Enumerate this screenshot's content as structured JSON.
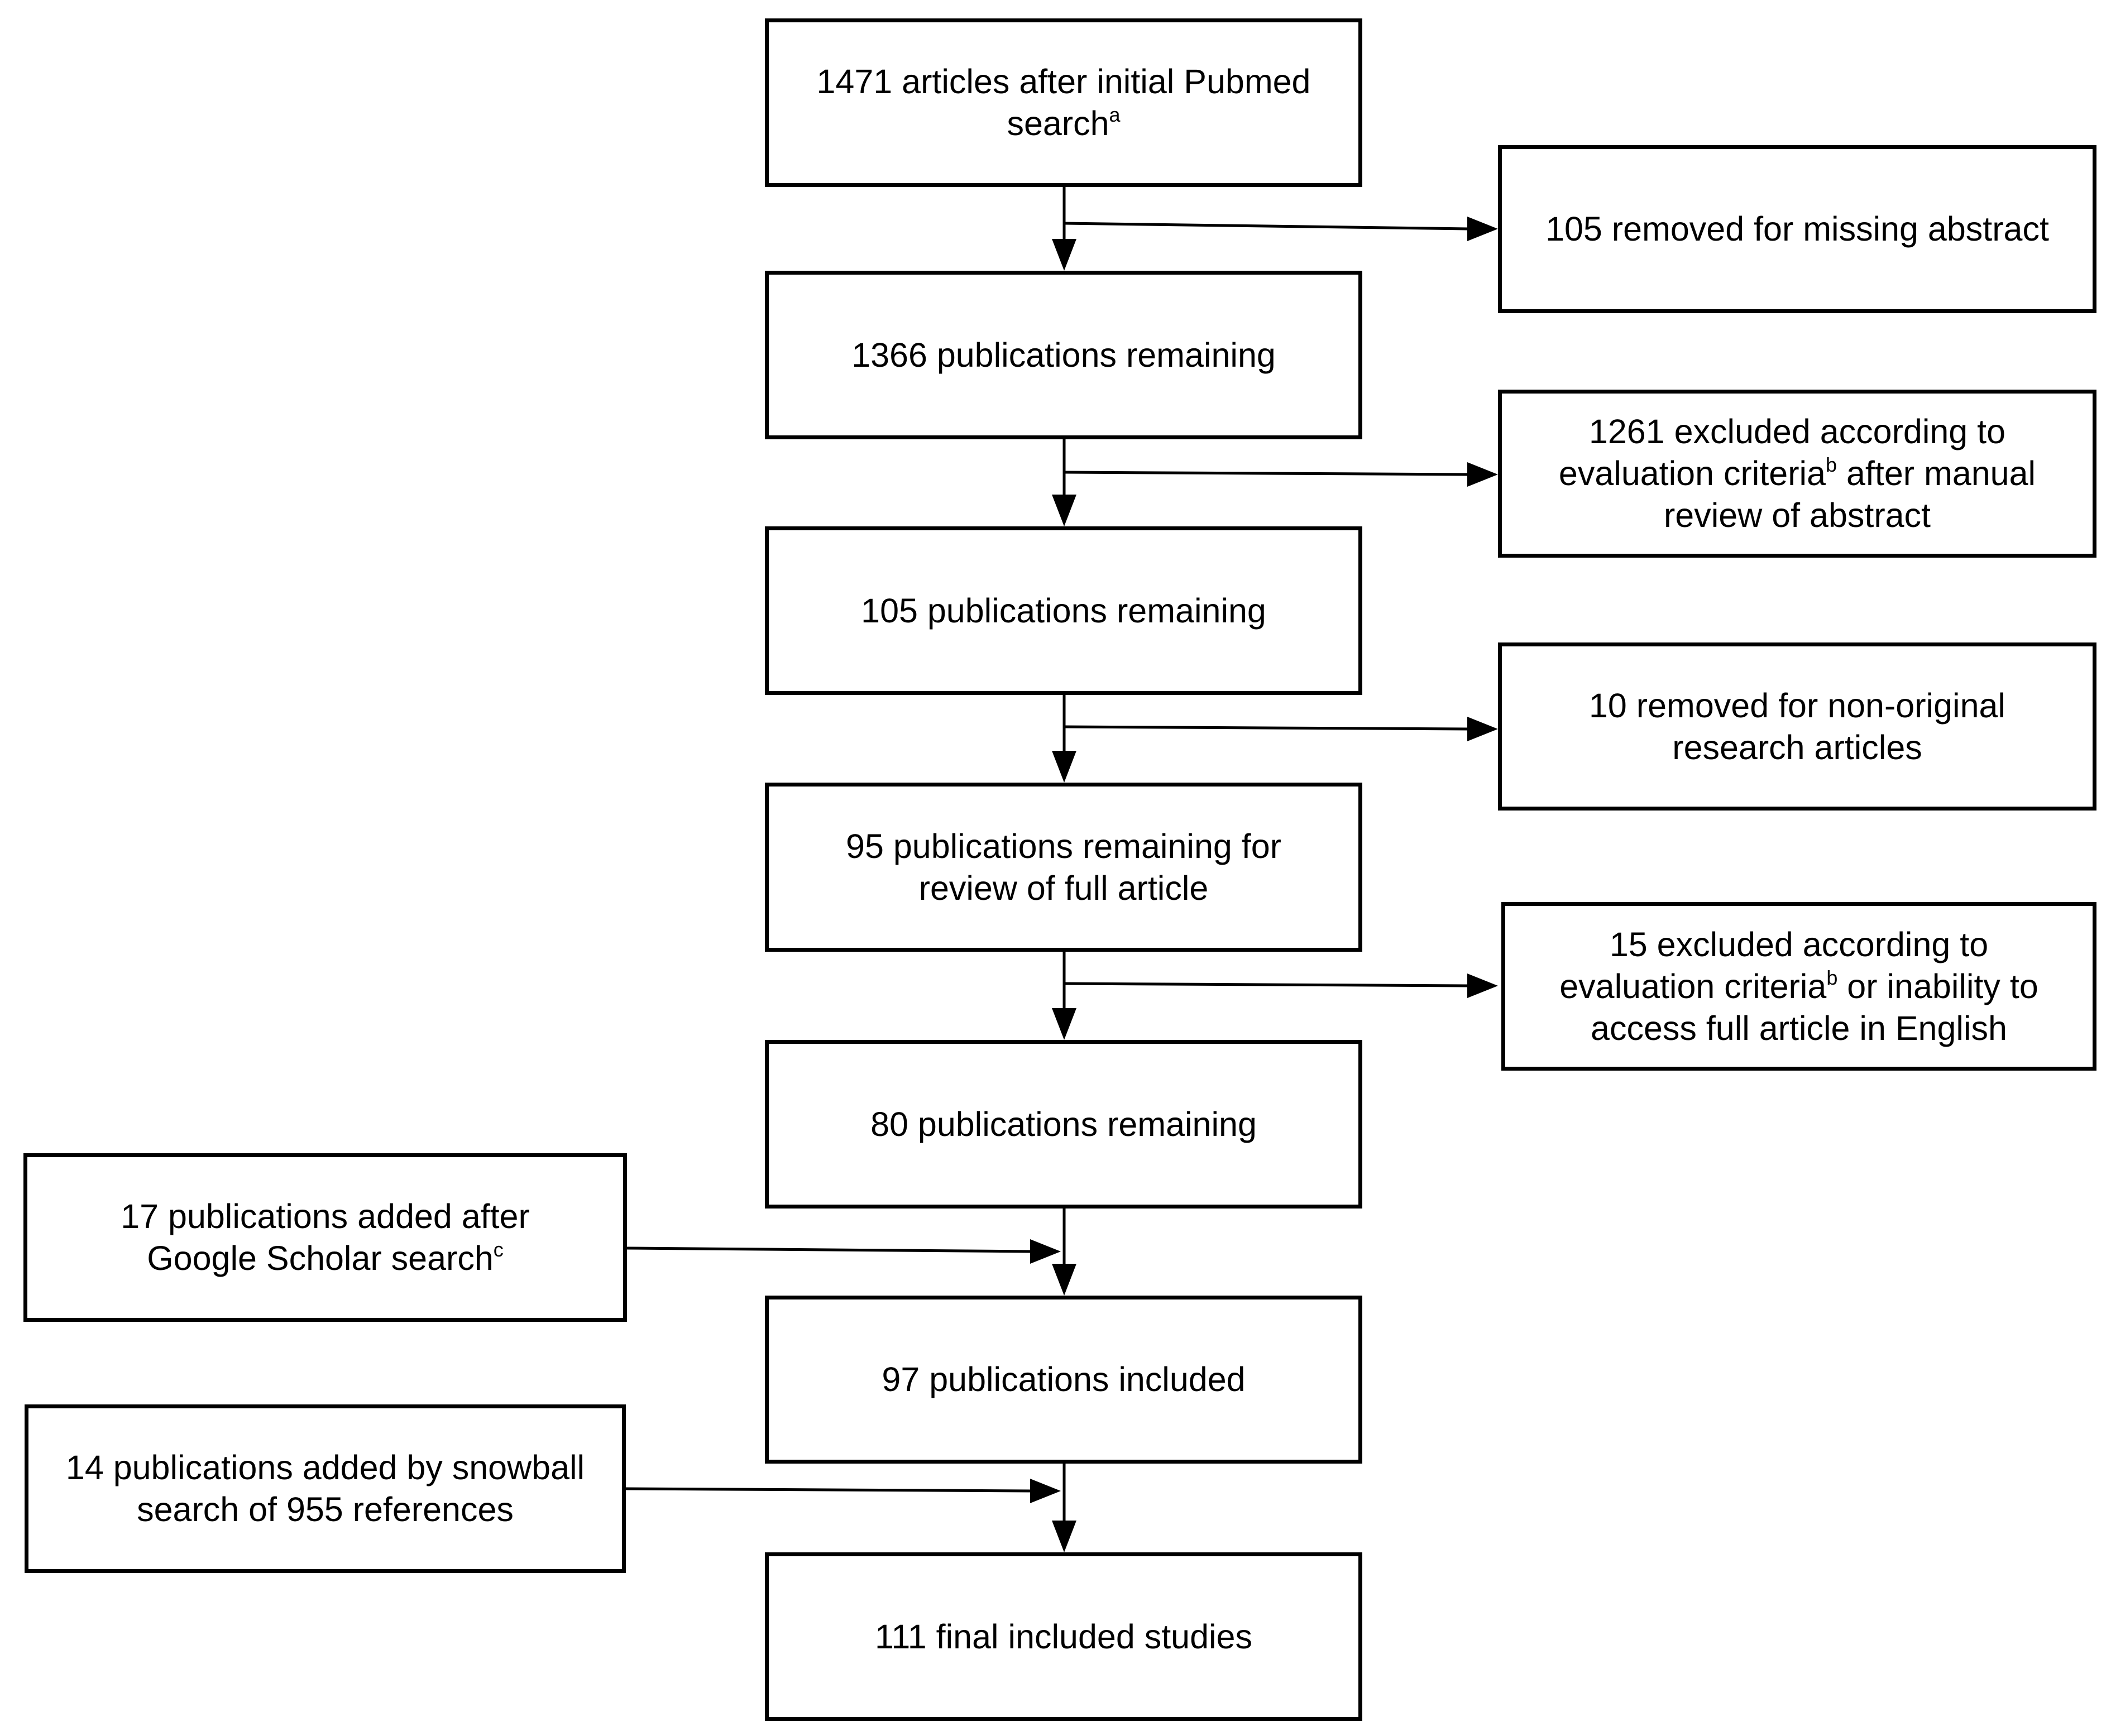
{
  "main_flow": {
    "initial_search": {
      "text": "1471 articles after initial Pubmed search",
      "superscript": "a"
    },
    "after_missing_abstract": {
      "text": "1366 publications remaining"
    },
    "after_abstract_review": {
      "text": "105 publications remaining"
    },
    "after_non_original": {
      "text": "95 publications remaining for review of full article"
    },
    "after_full_review": {
      "text": "80 publications remaining"
    },
    "after_scholar": {
      "text": "97 publications included"
    },
    "final": {
      "text": "111 final included studies"
    }
  },
  "exclusions": {
    "missing_abstract": {
      "text": "105 removed for missing abstract"
    },
    "abstract_review": {
      "text_before": "1261 excluded according to evaluation criteria",
      "superscript": "b",
      "text_after": " after manual review of abstract"
    },
    "non_original": {
      "text": "10 removed for non-original research articles"
    },
    "full_review": {
      "text_before": "15 excluded according to evaluation criteria",
      "superscript": "b",
      "text_after": " or inability to access full article in English"
    }
  },
  "additions": {
    "google_scholar": {
      "text": "17 publications added after Google Scholar search",
      "superscript": "c"
    },
    "snowball": {
      "text": "14 publications added by snowball search of 955 references"
    }
  },
  "colors": {
    "line": "#000000",
    "box_border": "#000000",
    "background": "#ffffff",
    "text": "#000000"
  }
}
